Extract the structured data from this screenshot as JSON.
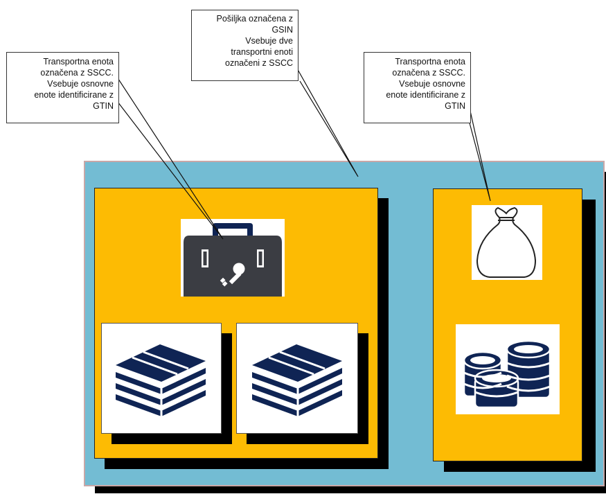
{
  "callouts": {
    "shipment": {
      "lines": [
        "Pošiljka označena z",
        "GSIN",
        "Vsebuje dve",
        "transportni enoti",
        "označeni z SSCC"
      ]
    },
    "left_unit": {
      "lines": [
        "Transportna enota",
        "označena z SSCC.",
        "Vsebuje osnovne",
        "enote identificirane z",
        "GTIN"
      ]
    },
    "right_unit": {
      "lines": [
        "Transportna enota",
        "označena z SSCC.",
        "Vsebuje osnovne",
        "enote identificirane z",
        "GTIN"
      ]
    }
  },
  "colors": {
    "shipment_fill": "#73bcd3",
    "shipment_border": "#c9a7a7",
    "unit_fill": "#fdbb03",
    "icon_navy": "#0f2454",
    "toolbox_gray": "#3b3d43",
    "shadow": "#000000"
  },
  "icons": {
    "toolbox": "toolbox-with-key-icon",
    "bag": "sack-icon",
    "money_stack": "banknote-stack-icon",
    "coins": "coin-stacks-icon"
  }
}
